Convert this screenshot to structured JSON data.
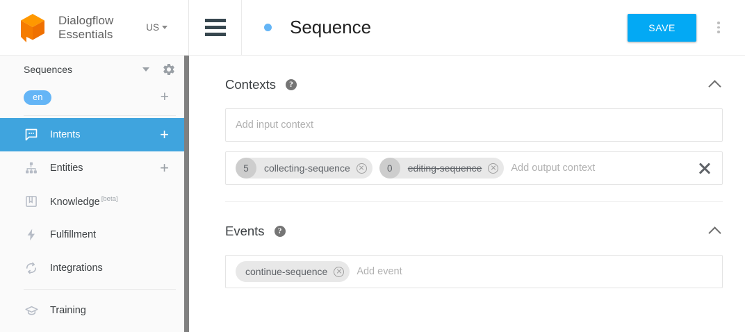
{
  "sidebar": {
    "brand": {
      "line1": "Dialogflow",
      "line2": "Essentials",
      "logo_icon": "dialogflow-cube-logo"
    },
    "region": {
      "label": "US",
      "icon": "caret-down-icon"
    },
    "agent": {
      "name": "Sequences",
      "caret_icon": "caret-down-icon",
      "settings_icon": "gear-icon"
    },
    "language": {
      "chip": "en",
      "add_icon": "plus-icon"
    },
    "items": [
      {
        "label": "Intents",
        "icon": "chat-bubble-icon",
        "active": true,
        "plus": "+"
      },
      {
        "label": "Entities",
        "icon": "sitemap-icon",
        "active": false,
        "plus": "+"
      },
      {
        "label": "Knowledge",
        "icon": "book-icon",
        "active": false,
        "badge": "[beta]"
      },
      {
        "label": "Fulfillment",
        "icon": "lightning-bolt-icon",
        "active": false
      },
      {
        "label": "Integrations",
        "icon": "sync-refresh-icon",
        "active": false
      },
      {
        "label": "Training",
        "icon": "graduation-cap-icon",
        "active": false
      }
    ]
  },
  "topbar": {
    "menu_icon": "hamburger-menu-icon",
    "status_dot": "status-dot-blue",
    "title": "Sequence",
    "save_label": "SAVE",
    "more_icon": "kebab-menu-icon"
  },
  "contexts": {
    "title": "Contexts",
    "help_icon": "help-question-icon",
    "collapse_icon": "chevron-up-icon",
    "input_placeholder": "Add input context",
    "output_placeholder": "Add output context",
    "output_chips": [
      {
        "count": "5",
        "label": "collecting-sequence",
        "struck": false
      },
      {
        "count": "0",
        "label": "editing-sequence",
        "struck": true
      }
    ],
    "clear_icon": "clear-x-icon"
  },
  "events": {
    "title": "Events",
    "help_icon": "help-question-icon",
    "collapse_icon": "chevron-up-icon",
    "placeholder": "Add event",
    "chips": [
      {
        "label": "continue-sequence"
      }
    ]
  },
  "colors": {
    "accent_blue": "#03a9f4",
    "nav_active": "#3fa4de",
    "chip_blue": "#64b5f6",
    "logo_orange": "#f57c00",
    "logo_orange_light": "#ff9800"
  }
}
